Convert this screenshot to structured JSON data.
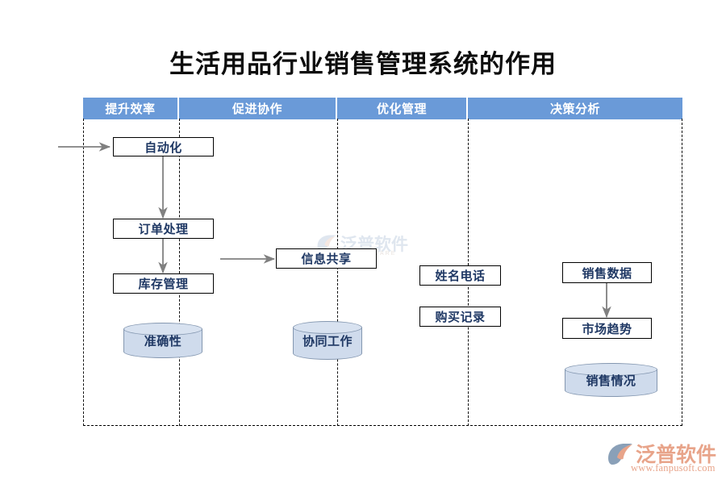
{
  "page": {
    "title": "生活用品行业销售管理系统的作用",
    "background": "#ffffff"
  },
  "colors": {
    "header_bar": "#6a9ad8",
    "header_text": "#ffffff",
    "box_text": "#1f3864",
    "box_border": "#000000",
    "cylinder_fill": "#cfdbec",
    "cylinder_top": "#d8e2f0",
    "cylinder_border": "#8497b0",
    "connector": "#808080",
    "lane_border": "#000000",
    "logo": "#e8a48a",
    "title_text": "#0d0d0d"
  },
  "header": {
    "lanes": [
      {
        "label": "提升效率"
      },
      {
        "label": "促进协作"
      },
      {
        "label": "优化管理"
      },
      {
        "label": "决策分析"
      }
    ]
  },
  "lanes": [
    {
      "name": "提升效率",
      "boxes": [
        {
          "label": "自动化"
        },
        {
          "label": "订单处理"
        },
        {
          "label": "库存管理"
        }
      ],
      "cylinders": [
        {
          "label": "准确性"
        }
      ]
    },
    {
      "name": "促进协作",
      "boxes": [
        {
          "label": "信息共享"
        }
      ],
      "cylinders": [
        {
          "label": "协同工作"
        }
      ]
    },
    {
      "name": "优化管理",
      "boxes": [
        {
          "label": "姓名电话"
        },
        {
          "label": "购买记录"
        }
      ],
      "cylinders": []
    },
    {
      "name": "决策分析",
      "boxes": [
        {
          "label": "销售数据"
        },
        {
          "label": "市场趋势"
        }
      ],
      "cylinders": [
        {
          "label": "销售情况"
        }
      ]
    }
  ],
  "watermark": {
    "text": "泛普软件",
    "subtext": "SOFTWARE"
  },
  "logo": {
    "name": "泛普软件",
    "url": "www.fanpusoft.com"
  },
  "icons": {
    "arrow": "arrow-icon",
    "cylinder": "database-cylinder-icon",
    "logo_mark": "fanpu-logo-mark-icon"
  }
}
